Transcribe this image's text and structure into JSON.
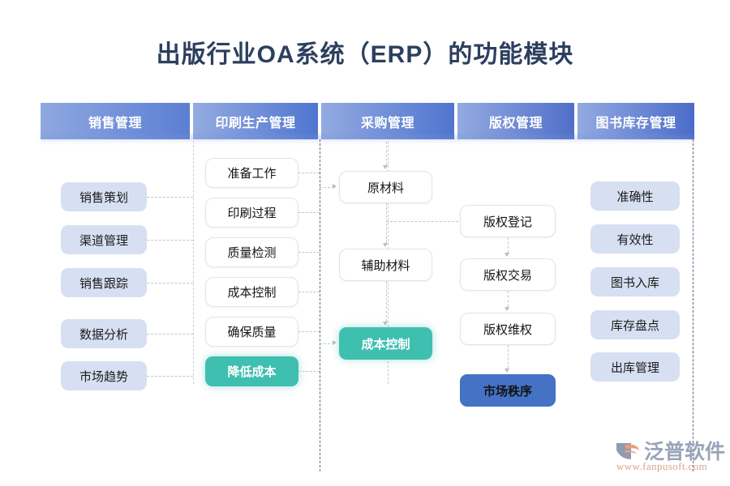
{
  "title": "出版行业OA系统（ERP）的功能模块",
  "colors": {
    "title": "#2d3f5e",
    "header_light": "#8aa5dd",
    "header_dark": "#4b73cf",
    "soft_node": "#d7e0f2",
    "teal": "#3fbfb0",
    "blue": "#4472c4",
    "dash_light": "#c9ccd4",
    "dash_dark": "#51688f"
  },
  "columns": [
    {
      "id": "sales",
      "header": "销售管理",
      "items": [
        {
          "label": "销售策划",
          "style": "soft"
        },
        {
          "label": "渠道管理",
          "style": "soft"
        },
        {
          "label": "销售跟踪",
          "style": "soft"
        },
        {
          "label": "数据分析",
          "style": "soft"
        },
        {
          "label": "市场趋势",
          "style": "soft"
        }
      ]
    },
    {
      "id": "printing",
      "header": "印刷生产管理",
      "items": [
        {
          "label": "准备工作",
          "style": "white"
        },
        {
          "label": "印刷过程",
          "style": "white"
        },
        {
          "label": "质量检测",
          "style": "white"
        },
        {
          "label": "成本控制",
          "style": "white"
        },
        {
          "label": "确保质量",
          "style": "white"
        },
        {
          "label": "降低成本",
          "style": "teal"
        }
      ]
    },
    {
      "id": "procurement",
      "header": "采购管理",
      "items": [
        {
          "label": "原材料",
          "style": "white"
        },
        {
          "label": "辅助材料",
          "style": "white"
        },
        {
          "label": "成本控制",
          "style": "teal"
        }
      ]
    },
    {
      "id": "copyright",
      "header": "版权管理",
      "items": [
        {
          "label": "版权登记",
          "style": "white"
        },
        {
          "label": "版权交易",
          "style": "white"
        },
        {
          "label": "版权维权",
          "style": "white"
        },
        {
          "label": "市场秩序",
          "style": "blue"
        }
      ]
    },
    {
      "id": "inventory",
      "header": "图书库存管理",
      "items": [
        {
          "label": "准确性",
          "style": "soft"
        },
        {
          "label": "有效性",
          "style": "soft"
        },
        {
          "label": "图书入库",
          "style": "soft"
        },
        {
          "label": "库存盘点",
          "style": "soft"
        },
        {
          "label": "出库管理",
          "style": "soft"
        }
      ]
    }
  ],
  "watermark": {
    "brand": "泛普软件",
    "url": "www.fanpusoft.com"
  }
}
